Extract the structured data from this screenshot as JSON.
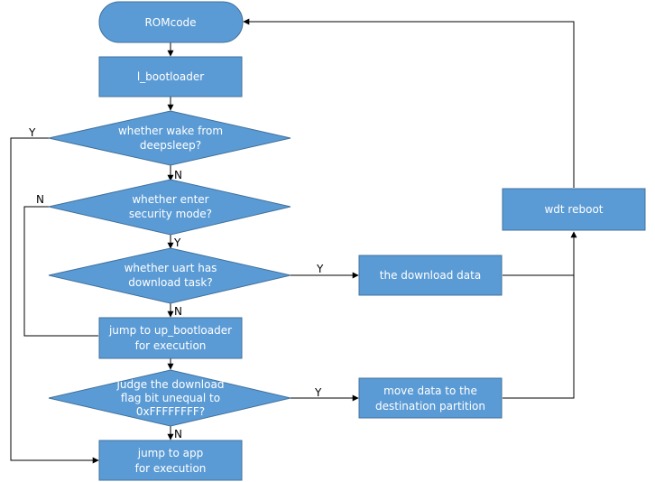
{
  "nodes": {
    "romcode": [
      "ROMcode"
    ],
    "l_bootloader": [
      "l_bootloader"
    ],
    "wake": [
      "whether wake from",
      "deepsleep?"
    ],
    "security": [
      "whether enter",
      "security mode?"
    ],
    "uart": [
      "whether uart has",
      "download task?"
    ],
    "jump_up": [
      "jump to up_bootloader",
      "for execution"
    ],
    "judge": [
      "judge the download",
      "flag bit unequal to",
      "0xFFFFFFFF?"
    ],
    "jump_app": [
      "jump to app",
      "for execution"
    ],
    "download": [
      "the download data"
    ],
    "move": [
      "move data to the",
      "destination partition"
    ],
    "wdt": [
      "wdt reboot"
    ]
  },
  "edge_labels": {
    "wake_yes": "Y",
    "wake_no": "N",
    "security_no": "N",
    "security_yes": "Y",
    "uart_yes": "Y",
    "uart_no": "N",
    "judge_yes": "Y",
    "judge_no": "N"
  }
}
